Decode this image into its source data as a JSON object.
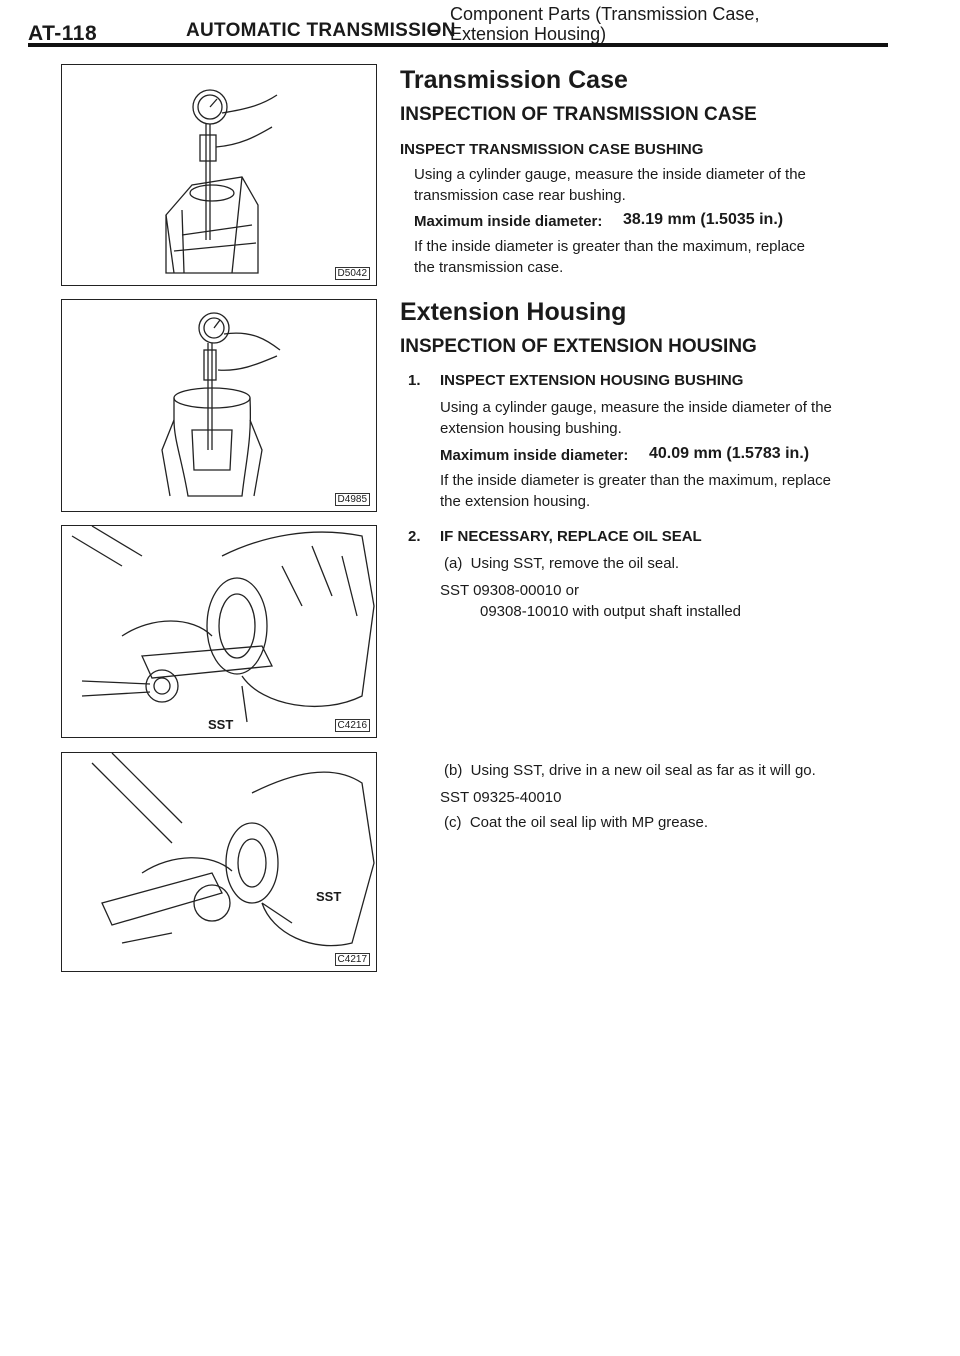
{
  "header": {
    "page_code": "AT-118",
    "section": "AUTOMATIC TRANSMISSION",
    "dash": "–",
    "subtitle_line1": "Component Parts (Transmission Case,",
    "subtitle_line2": "Extension Housing)"
  },
  "figures": [
    {
      "id": "D5042"
    },
    {
      "id": "D4985"
    },
    {
      "id": "C4216",
      "label": "SST"
    },
    {
      "id": "C4217",
      "label": "SST"
    }
  ],
  "transmission_case": {
    "title": "Transmission Case",
    "subtitle": "INSPECTION OF TRANSMISSION CASE",
    "step_heading": "INSPECT TRANSMISSION CASE BUSHING",
    "para1_line1": "Using a cylinder gauge, measure the inside diameter of the",
    "para1_line2": "transmission case rear bushing.",
    "spec_label": "Maximum inside diameter:",
    "spec_value": "38.19 mm (1.5035 in.)",
    "para2_line1": "If the inside diameter is greater than the maximum, replace",
    "para2_line2": "the transmission case."
  },
  "extension_housing": {
    "title": "Extension Housing",
    "subtitle": "INSPECTION OF EXTENSION HOUSING",
    "step1_num": "1.",
    "step1_heading": "INSPECT EXTENSION HOUSING BUSHING",
    "step1_para1_line1": "Using a cylinder gauge, measure the inside diameter of the",
    "step1_para1_line2": "extension housing bushing.",
    "step1_spec_label": "Maximum inside diameter:",
    "step1_spec_value": "40.09 mm (1.5783 in.)",
    "step1_para2_line1": "If the inside diameter is greater than the maximum, replace",
    "step1_para2_line2": "the extension housing.",
    "step2_num": "2.",
    "step2_heading": "IF NECESSARY, REPLACE OIL SEAL",
    "step2_a": "(a)  Using SST, remove the oil seal.",
    "step2_sst_a1": "SST 09308-00010 or",
    "step2_sst_a2": "09308-10010 with output shaft installed",
    "step2_b": "(b)  Using SST, drive in a new oil seal as far as it will go.",
    "step2_sst_b": "SST 09325-40010",
    "step2_c": "(c)  Coat the oil seal lip with MP grease."
  }
}
